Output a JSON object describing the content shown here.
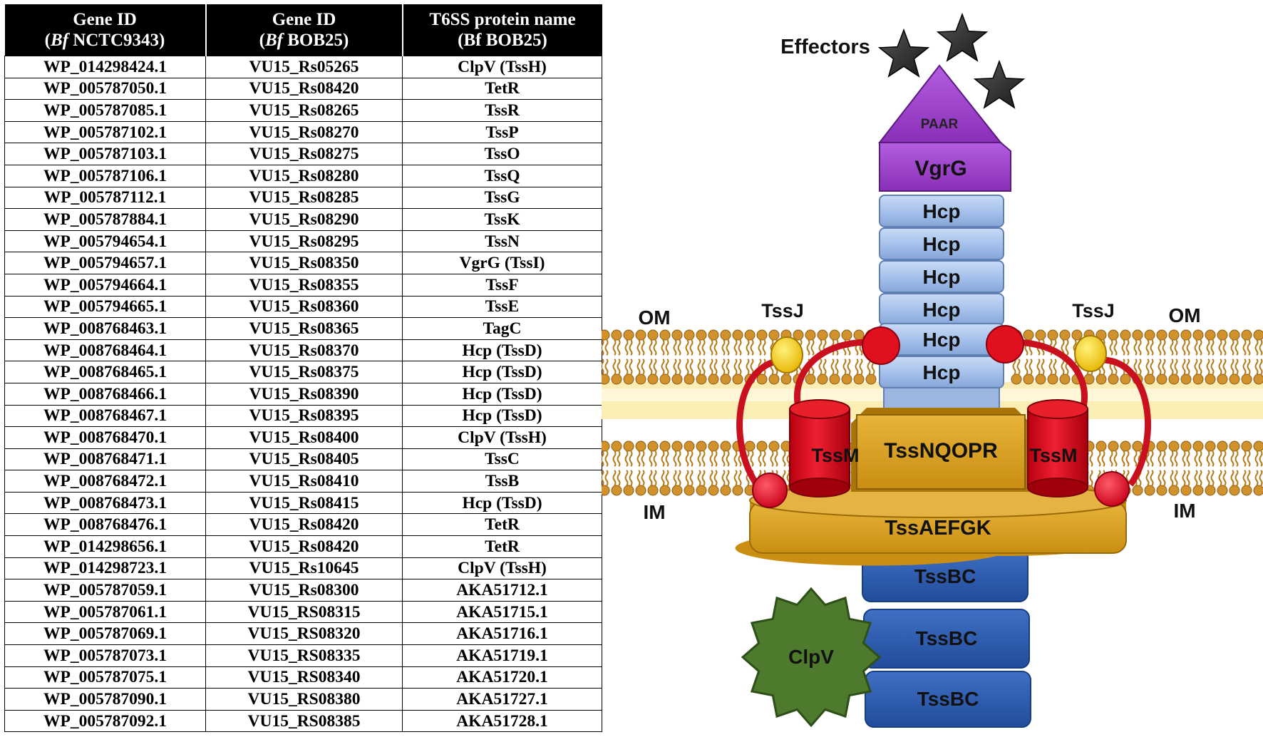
{
  "table": {
    "headers": [
      {
        "line1": "Gene ID",
        "species": "Bf",
        "strain": "NCTC9343"
      },
      {
        "line1": "Gene ID",
        "species": "Bf",
        "strain": "BOB25"
      },
      {
        "line1": "T6SS protein name",
        "species": "Bf",
        "strain": "BOB25"
      }
    ],
    "rows": [
      [
        "WP_014298424.1",
        "VU15_Rs05265",
        "ClpV (TssH)"
      ],
      [
        "WP_005787050.1",
        "VU15_Rs08420",
        "TetR"
      ],
      [
        "WP_005787085.1",
        "VU15_Rs08265",
        "TssR"
      ],
      [
        "WP_005787102.1",
        "VU15_Rs08270",
        "TssP"
      ],
      [
        "WP_005787103.1",
        "VU15_Rs08275",
        "TssO"
      ],
      [
        "WP_005787106.1",
        "VU15_Rs08280",
        "TssQ"
      ],
      [
        "WP_005787112.1",
        "VU15_Rs08285",
        "TssG"
      ],
      [
        "WP_005787884.1",
        "VU15_Rs08290",
        "TssK"
      ],
      [
        "WP_005794654.1",
        "VU15_Rs08295",
        "TssN"
      ],
      [
        "WP_005794657.1",
        "VU15_Rs08350",
        "VgrG (TssI)"
      ],
      [
        "WP_005794664.1",
        "VU15_Rs08355",
        "TssF"
      ],
      [
        "WP_005794665.1",
        "VU15_Rs08360",
        "TssE"
      ],
      [
        "WP_008768463.1",
        "VU15_Rs08365",
        "TagC"
      ],
      [
        "WP_008768464.1",
        "VU15_Rs08370",
        "Hcp (TssD)"
      ],
      [
        "WP_008768465.1",
        "VU15_Rs08375",
        "Hcp (TssD)"
      ],
      [
        "WP_008768466.1",
        "VU15_Rs08390",
        "Hcp (TssD)"
      ],
      [
        "WP_008768467.1",
        "VU15_Rs08395",
        "Hcp (TssD)"
      ],
      [
        "WP_008768470.1",
        "VU15_Rs08400",
        "ClpV (TssH)"
      ],
      [
        "WP_008768471.1",
        "VU15_Rs08405",
        "TssC"
      ],
      [
        "WP_008768472.1",
        "VU15_Rs08410",
        "TssB"
      ],
      [
        "WP_008768473.1",
        "VU15_Rs08415",
        "Hcp (TssD)"
      ],
      [
        "WP_008768476.1",
        "VU15_Rs08420",
        "TetR"
      ],
      [
        "WP_014298656.1",
        "VU15_Rs08420",
        "TetR"
      ],
      [
        "WP_014298723.1",
        "VU15_Rs10645",
        "ClpV (TssH)"
      ],
      [
        "WP_005787059.1",
        "VU15_Rs08300",
        "AKA51712.1"
      ],
      [
        "WP_005787061.1",
        "VU15_RS08315",
        "AKA51715.1"
      ],
      [
        "WP_005787069.1",
        "VU15_RS08320",
        "AKA51716.1"
      ],
      [
        "WP_005787073.1",
        "VU15_RS08335",
        "AKA51719.1"
      ],
      [
        "WP_005787075.1",
        "VU15_RS08340",
        "AKA51720.1"
      ],
      [
        "WP_005787090.1",
        "VU15_RS08380",
        "AKA51727.1"
      ],
      [
        "WP_005787092.1",
        "VU15_RS08385",
        "AKA51728.1"
      ]
    ]
  },
  "diagram": {
    "effectors_label": "Effectors",
    "paar_label": "PAAR",
    "vgrg_label": "VgrG",
    "hcp_labels": [
      "Hcp",
      "Hcp",
      "Hcp",
      "Hcp",
      "Hcp",
      "Hcp"
    ],
    "om_left": "OM",
    "om_right": "OM",
    "im_left": "IM",
    "im_right": "IM",
    "tssj_left": "TssJ",
    "tssj_right": "TssJ",
    "tssm_left": "TssM",
    "tssm_right": "TssM",
    "tssnqopr_label": "TssNQOPR",
    "tssaefgk_label": "TssAEFGK",
    "tssbc_labels": [
      "TssBC",
      "TssBC",
      "TssBC"
    ],
    "clpv_label": "ClpV",
    "colors": {
      "vgrg_purple": "#9a3dc8",
      "hcp_blue": "#a9c4ec",
      "tssm_red": "#d8101c",
      "tssj_yellow": "#f6c800",
      "baseplate_gold": "#d9a21e",
      "tssbc_blue": "#2f5db0",
      "clpv_green": "#4e7a2e",
      "lipid_orange": "#c98a2a",
      "membrane_cream": "#fbeeb5"
    }
  }
}
